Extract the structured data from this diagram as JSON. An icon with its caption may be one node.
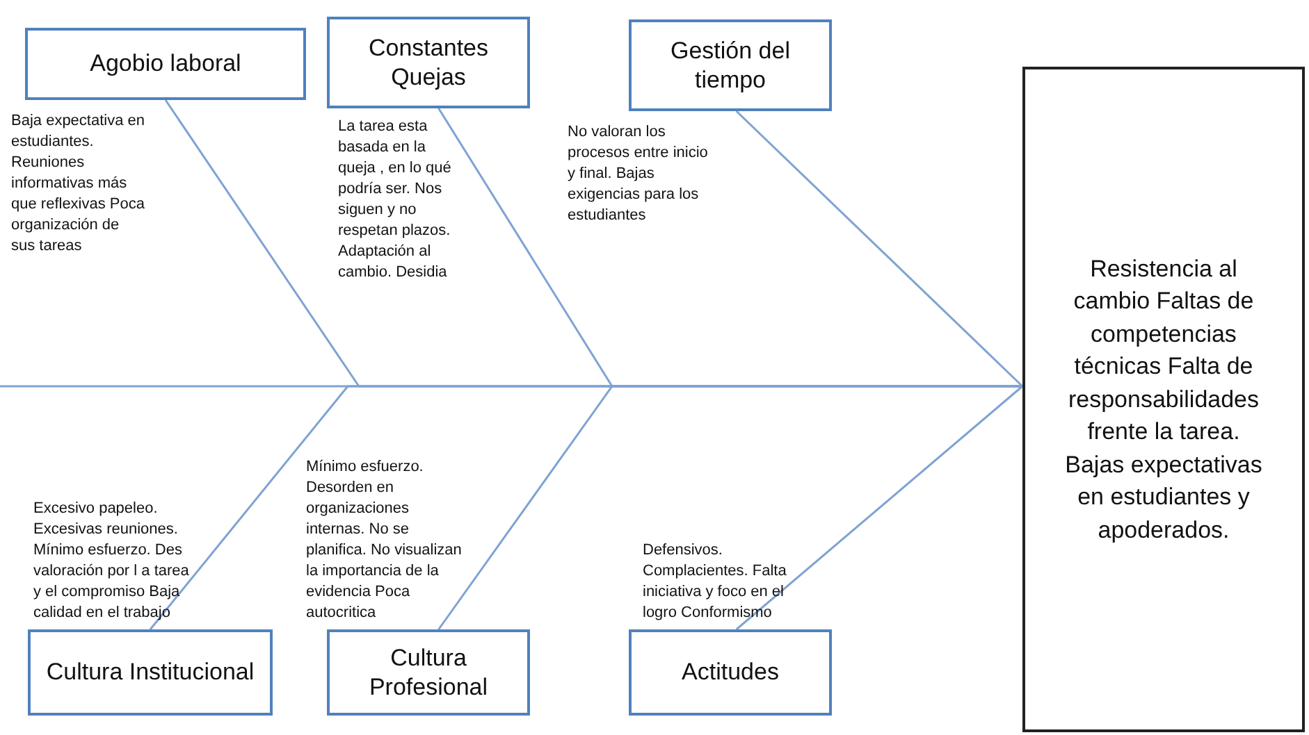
{
  "diagram": {
    "nodes": [
      {
        "text": [
          "Agobio laboral"
        ],
        "beside": [
          "Baja expectativa en estudiantes. Reuniones informativas más que reflexivas Poca organización de sus tareas"
        ]
      },
      {
        "text": [
          "Constantes Quejas"
        ],
        "beside": [
          "La tarea esta basada en la queja , en lo qué podría ser. Nos siguen y no respetan plazos. Adaptación al cambio. Desidia"
        ]
      },
      {
        "text": [
          "Gestión del tiempo"
        ],
        "beside": [
          "No valoran los procesos entre inicio y final. Bajas exigencias para los estudiantes"
        ]
      },
      {
        "text": [
          "Cultura Institucional"
        ],
        "beside": [
          "Excesivo papeleo. Excesivas reuniones. Mínimo esfuerzo. Des valoración por l a tarea y el compromiso Baja calidad en el trabajo"
        ]
      },
      {
        "text": [
          "Cultura Profesional"
        ],
        "beside": [
          "Mínimo esfuerzo. Desorden en organizaciones internas. No se planifica. No visualizan la importancia de la evidencia Poca autocritica"
        ]
      },
      {
        "text": [
          "Actitudes"
        ],
        "beside": [
          "Defensivos. Complacientes. Falta iniciativa y foco en el logro Conformismo"
        ]
      },
      {
        "text": [
          "Resistencia al cambio Faltas de competencias técnicas Falta de responsabilidades frente la tarea. Bajas expectativas en estudiantes y apoderados."
        ]
      }
    ],
    "edges": [
      {
        "from": 0,
        "to": 6,
        "arrow": "none"
      },
      {
        "from": 1,
        "to": 6,
        "arrow": "none"
      },
      {
        "from": 2,
        "to": 6,
        "arrow": "none"
      },
      {
        "from": 3,
        "to": 6,
        "arrow": "none"
      },
      {
        "from": 4,
        "to": 6,
        "arrow": "none"
      },
      {
        "from": 5,
        "to": 6,
        "arrow": "none"
      }
    ]
  }
}
